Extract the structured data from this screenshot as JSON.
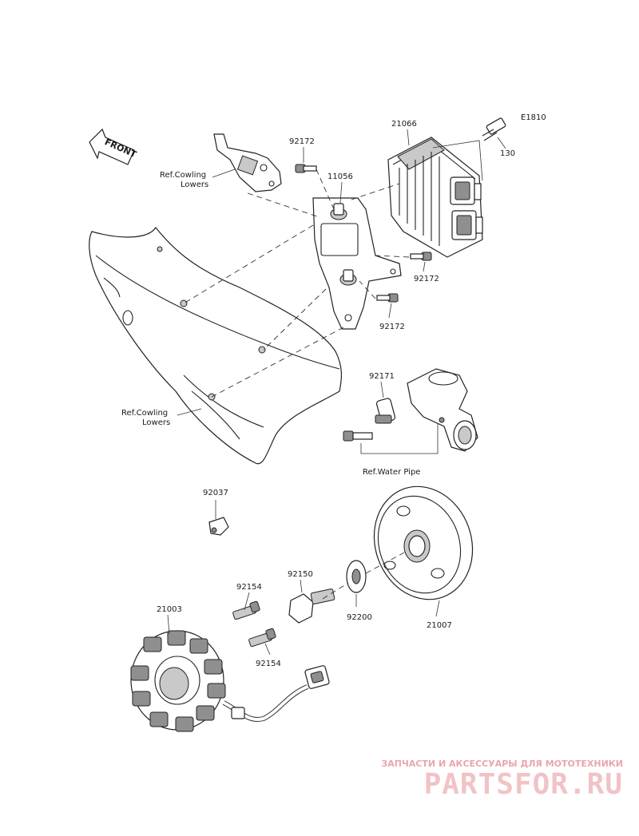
{
  "front_label": "FRONT",
  "revision_code": "E1810",
  "callouts": {
    "p21066": "21066",
    "p130": "130",
    "p92172_top": "92172",
    "p11056": "11056",
    "p92172_mid": "92172",
    "p92172_low": "92172",
    "p92171": "92171",
    "p92037": "92037",
    "p92150": "92150",
    "p92200": "92200",
    "p21007": "21007",
    "p92154_a": "92154",
    "p92154_b": "92154",
    "p21003": "21003"
  },
  "references": {
    "cowling_top_line1": "Ref.Cowling",
    "cowling_top_line2": "Lowers",
    "cowling_mid_line1": "Ref.Cowling",
    "cowling_mid_line2": "Lowers",
    "water_pipe": "Ref.Water Pipe"
  },
  "watermark": {
    "tagline": "ЗАПЧАСТИ И АКСЕССУАРЫ ДЛЯ МОТОТЕХНИКИ",
    "logo": "PARTSFOR.RU"
  },
  "colors": {
    "line": "#222222",
    "watermark": "#e8a6ab"
  }
}
